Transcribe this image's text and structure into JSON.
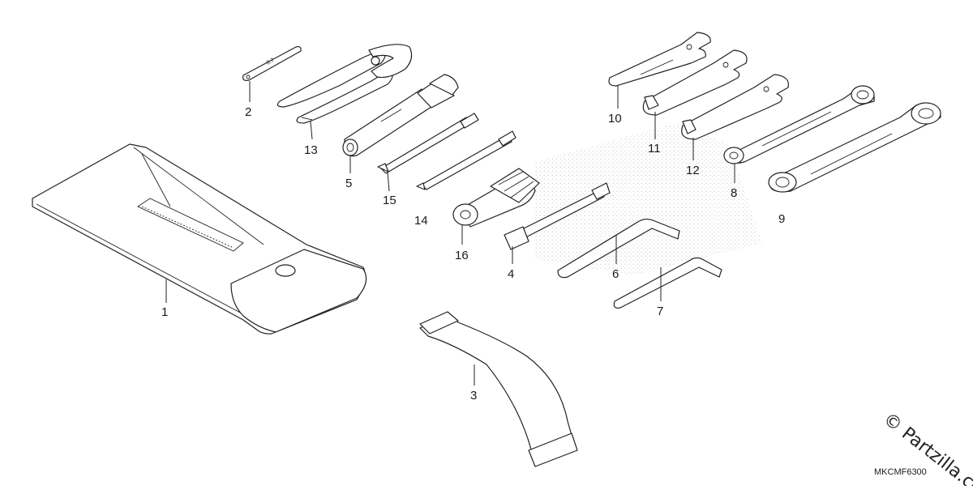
{
  "diagram": {
    "callouts": [
      "1",
      "2",
      "3",
      "4",
      "5",
      "6",
      "7",
      "8",
      "9",
      "10",
      "11",
      "12",
      "13",
      "14",
      "15",
      "16"
    ],
    "code": "MKCMF6300",
    "watermark": "© Partzilla.com"
  }
}
